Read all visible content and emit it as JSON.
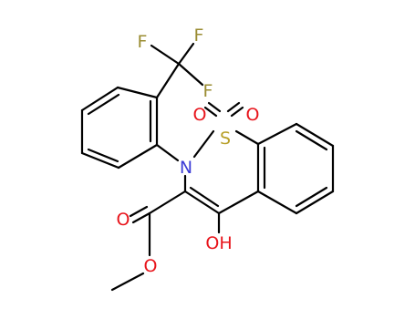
{
  "colors": {
    "bond": "#000000",
    "F": "#9a8c32",
    "O": "#e8141b",
    "N": "#3b3bd6",
    "S": "#b8a02a",
    "H": "#e8141b"
  },
  "atoms": {
    "f1": "F",
    "f2": "F",
    "f3": "F",
    "o_sulfonyl_left": "O",
    "o_sulfonyl_right": "O",
    "sulfur": "S",
    "nitrogen": "N",
    "o_carbonyl": "O",
    "o_ester": "O",
    "hydroxyl": "OH"
  }
}
